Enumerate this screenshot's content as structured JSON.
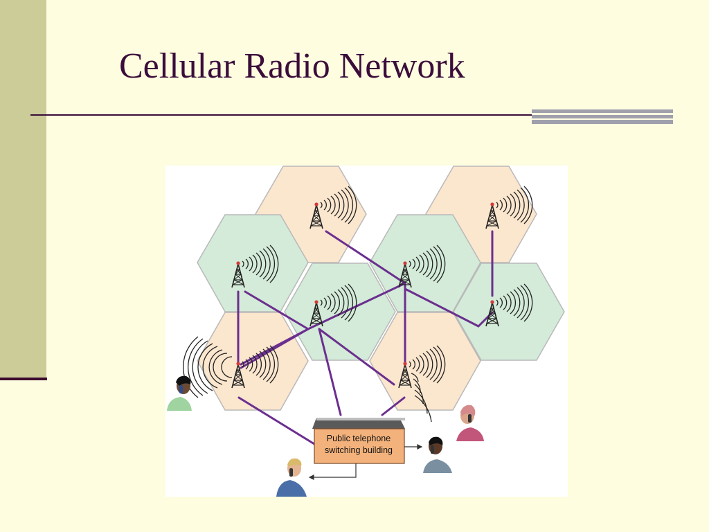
{
  "slide": {
    "title": "Cellular Radio Network"
  },
  "diagram": {
    "building_label_line1": "Public telephone",
    "building_label_line2": "switching building",
    "colors": {
      "cell_peach": "#fbe6ce",
      "cell_green": "#d3ebd8",
      "cell_border": "#b9b9b9",
      "link": "#6b2f8f",
      "tower_light": "#d23a3a",
      "building": "#f3b27c"
    },
    "icons": [
      "cell-tower-icon",
      "phone-user-icon",
      "switching-building-icon"
    ]
  }
}
